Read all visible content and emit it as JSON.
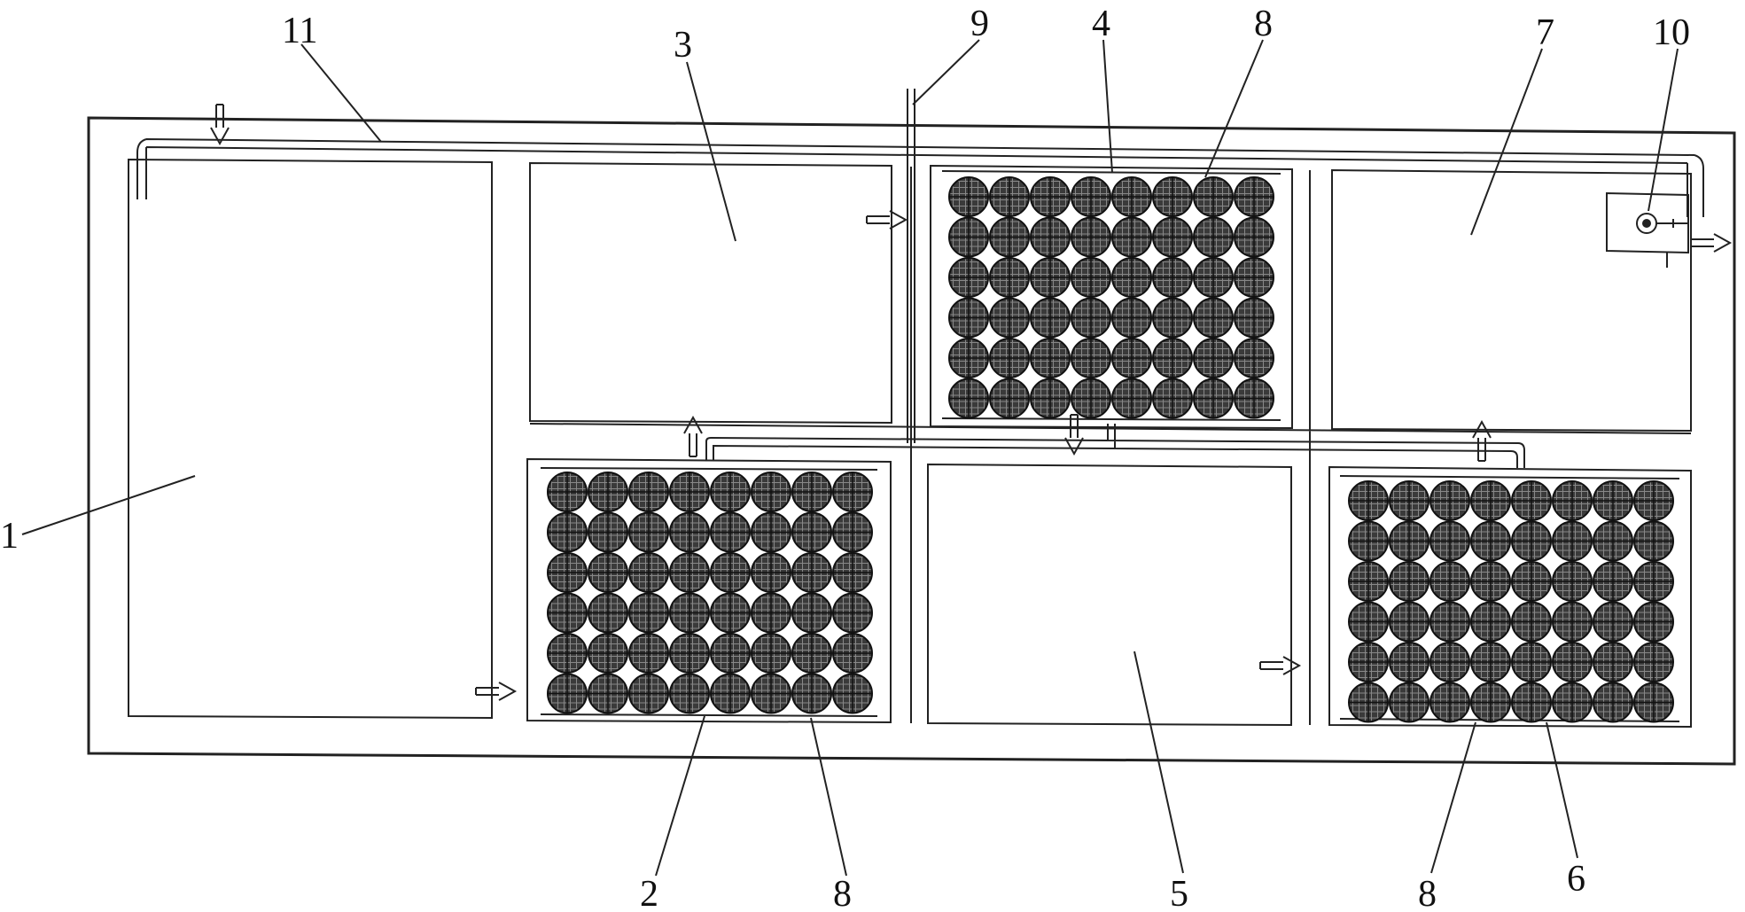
{
  "labels": {
    "l1": "1",
    "l2": "2",
    "l3": "3",
    "l4": "4",
    "l5": "5",
    "l6": "6",
    "l7": "7",
    "l8a": "8",
    "l8b": "8",
    "l8c": "8",
    "l9": "9",
    "l10": "10",
    "l11": "11"
  },
  "media_grid": {
    "rows": 6,
    "cols": 8
  },
  "colors": {
    "ink": "#222222",
    "media": "#3a3a3a",
    "background": "#ffffff"
  }
}
